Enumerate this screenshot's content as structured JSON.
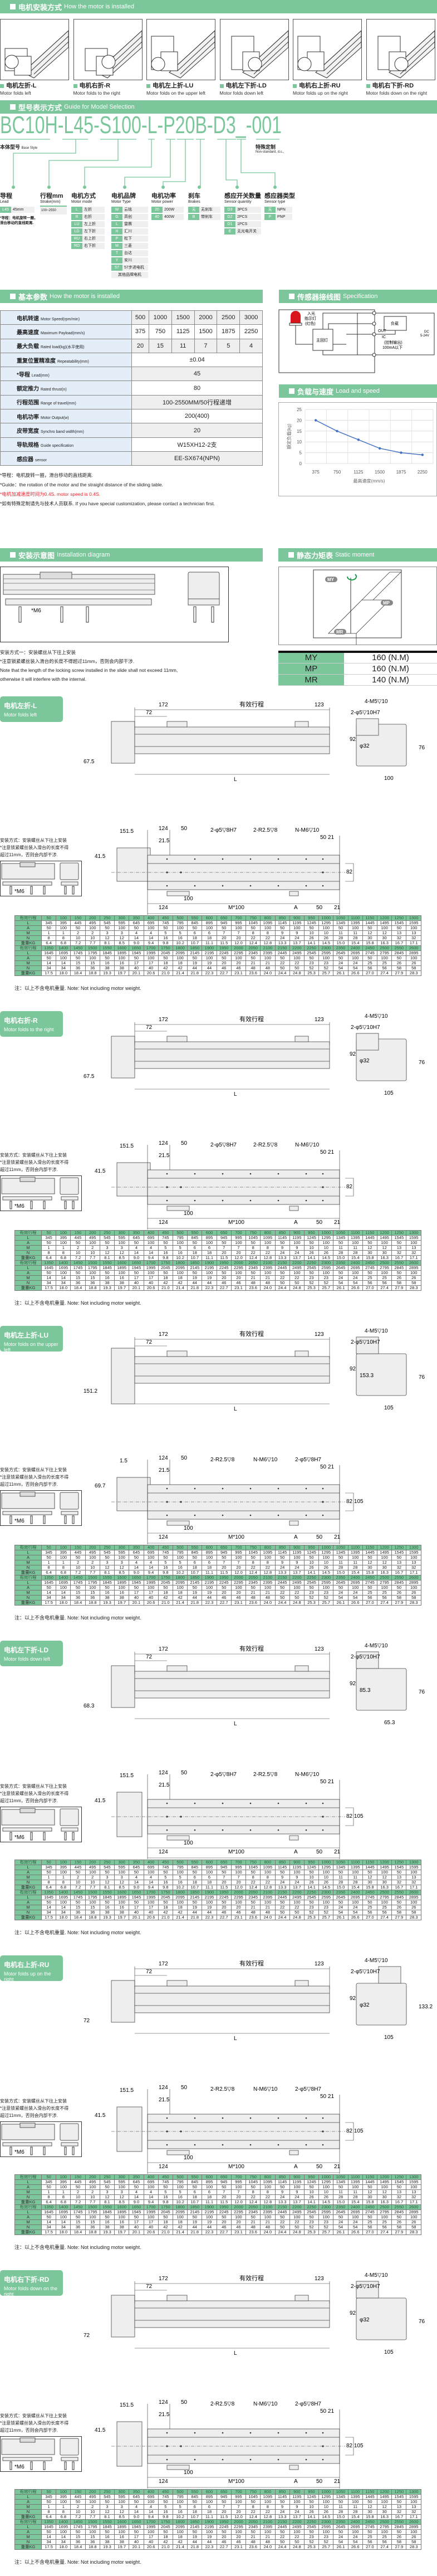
{
  "install_header": {
    "cn": "电机安装方式",
    "en": "How the motor is installed"
  },
  "motor_installs": [
    {
      "cn": "电机左折-L",
      "en": "Motor folds left"
    },
    {
      "cn": "电机右折-R",
      "en": "Motor folds to the right"
    },
    {
      "cn": "电机左上折-LU",
      "en": "Motor folds on the upper left"
    },
    {
      "cn": "电机左下折-LD",
      "en": "Motor folds down left"
    },
    {
      "cn": "电机右上折-RU",
      "en": "Motor folds up on the right"
    },
    {
      "cn": "电机右下折-RD",
      "en": "Motor folds down on the right"
    }
  ],
  "model_header": {
    "cn": "型号表示方式",
    "en": "Guide for Model Selection"
  },
  "model_code": "BC10H-L45-S100-L-P20B-D3_-001",
  "base_style": {
    "cn": "本体型号",
    "en": "Base Style"
  },
  "custom": {
    "cn": "特殊定制",
    "en": "Non-standard, d.c.,"
  },
  "options": {
    "lead": {
      "cn": "导程",
      "en": "Lead",
      "rows": [
        [
          "L45",
          "45mm"
        ]
      ],
      "note": [
        "*导程：电机旋转一圈，",
        "滑台移动的直线距离."
      ]
    },
    "stroke": {
      "cn": "行程mm",
      "en": "Strake(mm)",
      "value": "100~2550"
    },
    "mode": {
      "cn": "电机方式",
      "en": "Motor mode",
      "rows": [
        [
          "L",
          "左折"
        ],
        [
          "R",
          "右折"
        ],
        [
          "LU",
          "左上折"
        ],
        [
          "LD",
          "左下折"
        ],
        [
          "RU",
          "右上折"
        ],
        [
          "RD",
          "右下折"
        ]
      ]
    },
    "brand": {
      "cn": "电机品牌",
      "en": "Motor Type",
      "rows": [
        [
          "W",
          "云铭"
        ],
        [
          "G",
          "高创"
        ],
        [
          "L",
          "雷赛"
        ],
        [
          "H",
          "汇川"
        ],
        [
          "P",
          "松下"
        ],
        [
          "M",
          "三菱"
        ],
        [
          "T",
          "台达"
        ],
        [
          "Y",
          "安川"
        ],
        [
          "57",
          "57步进电机"
        ]
      ],
      "other": "其他品牌电机"
    },
    "power": {
      "cn": "电机功率",
      "en": "Motor power",
      "rows": [
        [
          "20",
          "200W"
        ],
        [
          "40",
          "400W"
        ]
      ]
    },
    "brake": {
      "cn": "刹车",
      "en": "Brakes",
      "rows": [
        [
          "无",
          "无刹车"
        ],
        [
          "B",
          "带刹车"
        ]
      ]
    },
    "sensor_qty": {
      "cn": "感应开关数量",
      "en": "Sensor quantity",
      "rows": [
        [
          "D3",
          "3PCS"
        ],
        [
          "D2",
          "2PCS"
        ],
        [
          "D1",
          "1PCS"
        ],
        [
          "E",
          "无光电开关"
        ]
      ]
    },
    "sensor_type": {
      "cn": "感应器类型",
      "en": "Sensor type",
      "rows": [
        [
          "无",
          "NPN"
        ],
        [
          "P",
          "PNP"
        ]
      ]
    }
  },
  "params_header": {
    "cn": "基本参数",
    "en": "How the motor is installed"
  },
  "params": [
    {
      "cn": "电机转速",
      "en": "Motor Speed(rpm/min)",
      "values": [
        "500",
        "1000",
        "1500",
        "2000",
        "2500",
        "3000"
      ]
    },
    {
      "cn": "最高速度",
      "en": "Maximum Payload(mm/s)",
      "values": [
        "375",
        "750",
        "1125",
        "1500",
        "1875",
        "2250"
      ]
    },
    {
      "cn": "最大负载",
      "en": "Rated load(kg)(水平使用)",
      "values": [
        "20",
        "15",
        "11",
        "7",
        "5",
        "4"
      ]
    },
    {
      "cn": "重复位置精准度",
      "en": "Repeatability(mm)",
      "value": "±0.04"
    },
    {
      "cn": "*导程",
      "en": "Lead(mm)",
      "value": "45"
    },
    {
      "cn": "额定推力",
      "en": "Rated thrust(n)",
      "value": "80"
    },
    {
      "cn": "行程范围",
      "en": "Range of travel(mm)",
      "value": "100-2550MM/50行程递增"
    },
    {
      "cn": "电机功率",
      "en": "Motor Output(w)",
      "value": "200(400)"
    },
    {
      "cn": "皮带宽度",
      "en": "Synchro band width(mm)",
      "value": "20"
    },
    {
      "cn": "导轨规格",
      "en": "Guide specification",
      "value": "W15XH12-2支"
    },
    {
      "cn": "感应器",
      "en": "sensor",
      "value": "EE-SX674(NPN)"
    }
  ],
  "param_notes": {
    "n1": "*导程：电机旋转一圈，滑台移动的直线距离.",
    "n2": "*Guide：the rotation of the motor and the straight distance of the sliding table.",
    "n3": "*电机加减速度时间为0.4S.  motor speed is 0.4S.",
    "n4": "*如有特殊定制请先与技术人员联系.  If you have special customization, please contact a technician first."
  },
  "sensor_header": {
    "cn": "传感器接线图",
    "en": "Specification"
  },
  "sensor_diagram": {
    "lamp": "入光",
    "lamp2": "指示灯",
    "lamp3": "(红色)",
    "main": "主回灯",
    "load": "负载",
    "out": "OUT",
    "ic": "IC",
    "ctrl": "(控制输出)",
    "current": "100mA以下",
    "dc": "DC",
    "volt": "5-24V"
  },
  "load_header": {
    "cn": "负载与速度",
    "en": "Load and speed"
  },
  "chart_data": {
    "type": "line",
    "x": [
      375,
      750,
      1125,
      1500,
      1875,
      2250
    ],
    "series": [
      {
        "name": "额定负载",
        "values": [
          20,
          15,
          11,
          7,
          5,
          4
        ]
      }
    ],
    "xlabel": "最高速度(mm/s)",
    "ylabel": "额定负载(kg)",
    "ylim": [
      0,
      25
    ],
    "yticks": [
      0,
      5,
      10,
      15,
      20,
      25
    ],
    "grid": true,
    "color": "#4472c4"
  },
  "installation_header": {
    "cn": "安装示意图",
    "en": "Installation diagram"
  },
  "installation": {
    "screw": "*M6",
    "l1": "安装方式一：安装螺丝从下往上安装",
    "l2": "*注意锁紧螺丝装入滑台的长度不得超过11mm，否则会内部干涉.",
    "l3": "Note that the length of the locking screw installed in the slide shall not exceed 11mm,",
    "l4": "otherwise it will interfere with the internal."
  },
  "static_header": {
    "cn": "静态力矩表",
    "en": "Static moment"
  },
  "moments": [
    {
      "k": "MY",
      "v": "160 (N.M)"
    },
    {
      "k": "MP",
      "v": "160 (N.M)"
    },
    {
      "k": "MR",
      "v": "140 (N.M)"
    }
  ],
  "mount_note": [
    "安装方式：安装螺丝从下往上安装",
    "*注意锁紧螺丝装入滑台的长度不得",
    "超过11mm，否则会内部干涉."
  ],
  "weight_note": "注：以上不含电机重量. Note: Not including motor weight.",
  "dim_table": {
    "row_labels": [
      "有效行程",
      "L",
      "A",
      "M",
      "N",
      "重量KG"
    ],
    "blocks": [
      {
        "stroke": [
          "50",
          "100",
          "150",
          "200",
          "250",
          "300",
          "350",
          "400",
          "450",
          "500",
          "550",
          "600",
          "650",
          "700",
          "750",
          "800",
          "850",
          "900",
          "950",
          "1000",
          "1050",
          "1100",
          "1150",
          "1200",
          "1250",
          "1300"
        ],
        "L": [
          "345",
          "395",
          "445",
          "495",
          "545",
          "595",
          "645",
          "695",
          "745",
          "795",
          "845",
          "895",
          "945",
          "995",
          "1045",
          "1095",
          "1145",
          "1195",
          "1245",
          "1295",
          "1345",
          "1395",
          "1445",
          "1495",
          "1545",
          "1595"
        ],
        "A": [
          "50",
          "100",
          "50",
          "100",
          "50",
          "100",
          "50",
          "100",
          "50",
          "100",
          "50",
          "100",
          "50",
          "100",
          "50",
          "100",
          "50",
          "100",
          "50",
          "100",
          "50",
          "100",
          "50",
          "100",
          "50",
          "100"
        ],
        "M": [
          "1",
          "1",
          "2",
          "2",
          "3",
          "3",
          "4",
          "4",
          "5",
          "5",
          "6",
          "6",
          "7",
          "7",
          "8",
          "8",
          "9",
          "9",
          "10",
          "10",
          "11",
          "11",
          "12",
          "12",
          "13",
          "13"
        ],
        "N": [
          "8",
          "8",
          "10",
          "10",
          "12",
          "12",
          "14",
          "14",
          "16",
          "16",
          "18",
          "18",
          "20",
          "20",
          "22",
          "22",
          "24",
          "24",
          "26",
          "26",
          "28",
          "28",
          "30",
          "30",
          "32",
          "32"
        ],
        "W": [
          "6.4",
          "6.8",
          "7.2",
          "7.7",
          "8.1",
          "8.5",
          "9.0",
          "9.4",
          "9.8",
          "10.2",
          "10.7",
          "11.1",
          "11.5",
          "12.0",
          "12.4",
          "12.8",
          "13.3",
          "13.7",
          "14.1",
          "14.5",
          "15.0",
          "15.4",
          "15.8",
          "16.3",
          "16.7",
          "17.1"
        ]
      },
      {
        "stroke": [
          "1350",
          "1400",
          "1450",
          "1500",
          "1550",
          "1600",
          "1650",
          "1700",
          "1750",
          "1800",
          "1850",
          "1900",
          "1950",
          "2000",
          "2050",
          "2100",
          "2150",
          "2200",
          "2250",
          "2300",
          "2350",
          "2400",
          "2450",
          "2500",
          "2550",
          "2600"
        ],
        "L": [
          "1645",
          "1695",
          "1745",
          "1795",
          "1845",
          "1895",
          "1945",
          "1995",
          "2045",
          "2095",
          "2145",
          "2195",
          "2245",
          "2295",
          "2345",
          "2395",
          "2445",
          "2495",
          "2545",
          "2595",
          "2645",
          "2695",
          "2745",
          "2795",
          "2845",
          "2895"
        ],
        "A": [
          "50",
          "100",
          "50",
          "100",
          "50",
          "100",
          "50",
          "100",
          "50",
          "100",
          "50",
          "100",
          "50",
          "100",
          "50",
          "100",
          "50",
          "100",
          "50",
          "100",
          "50",
          "100",
          "50",
          "100",
          "50",
          "100"
        ],
        "M": [
          "14",
          "14",
          "15",
          "15",
          "16",
          "16",
          "17",
          "17",
          "18",
          "18",
          "19",
          "19",
          "20",
          "20",
          "21",
          "21",
          "22",
          "22",
          "23",
          "23",
          "24",
          "24",
          "25",
          "25",
          "26",
          "26"
        ],
        "N": [
          "34",
          "34",
          "36",
          "36",
          "38",
          "38",
          "40",
          "40",
          "42",
          "42",
          "44",
          "44",
          "46",
          "46",
          "48",
          "48",
          "50",
          "50",
          "52",
          "52",
          "54",
          "54",
          "56",
          "56",
          "58",
          "58"
        ],
        "W": [
          "17.5",
          "18.0",
          "18.4",
          "18.8",
          "19.3",
          "19.7",
          "20.1",
          "20.6",
          "21.0",
          "21.4",
          "21.8",
          "22.3",
          "22.7",
          "23.1",
          "23.6",
          "24.0",
          "24.4",
          "24.8",
          "25.3",
          "25.7",
          "26.1",
          "26.6",
          "27.0",
          "27.4",
          "27.9",
          "28.3"
        ]
      }
    ]
  },
  "sections": [
    {
      "cn": "电机左折-L",
      "en": "Motor folds left",
      "dims": [
        "172",
        "有效行程",
        "123",
        "72",
        "L",
        "67.5",
        "4-M5▽10",
        "2-φ5▽10H7",
        "92",
        "φ32",
        "100",
        "76",
        "151.5",
        "41.5",
        "21.5",
        "124",
        "50",
        "2-φ5▽8H7",
        "2-R2.5▽8",
        "N-M6▽10",
        "50 21",
        "82",
        "124",
        "100",
        "M*100",
        "A",
        "50",
        "21"
      ]
    },
    {
      "cn": "电机右折-R",
      "en": "Motor folds to the right",
      "dims": [
        "172",
        "有效行程",
        "123",
        "72",
        "L",
        "67.5",
        "4-M5▽10",
        "2-φ5▽10H7",
        "92",
        "φ32",
        "105",
        "76",
        "151.5",
        "41.5",
        "21.5",
        "124",
        "50",
        "2-φ5▽8H7",
        "2-R2.5▽8",
        "N-M6▽10",
        "50 21",
        "82",
        "124",
        "100",
        "M*100",
        "A",
        "50",
        "21"
      ]
    },
    {
      "cn": "电机左上折-LU",
      "en": "Motor folds on the upper left",
      "dims": [
        "172",
        "有效行程",
        "123",
        "72",
        "L",
        "151.2",
        "4-M5▽10",
        "2-φ5▽10H7",
        "92",
        "153.3",
        "105",
        "76",
        "1.5",
        "69.7",
        "21.5",
        "124",
        "50",
        "2-R2.5▽8",
        "N-M6▽10",
        "2-φ5▽8H7",
        "50 21",
        "82 105",
        "124",
        "100",
        "M*100",
        "A",
        "50",
        "21"
      ]
    },
    {
      "cn": "电机左下折-LD",
      "en": "Motor folds down left",
      "dims": [
        "172",
        "有效行程",
        "123",
        "72",
        "L",
        "68.3",
        "4-M5▽10",
        "2-φ5▽10H7",
        "92",
        "85.3",
        "65.3",
        "76",
        "151.5",
        "41.5",
        "21.5",
        "124",
        "50",
        "2-φ5▽8H7",
        "2-R2.5▽8",
        "N-M6▽10",
        "50 21",
        "82 105",
        "124",
        "100",
        "M*100",
        "A",
        "50",
        "21"
      ]
    },
    {
      "cn": "电机右上折-RU",
      "en": "Motor folds up on the right",
      "dims": [
        "172",
        "有效行程",
        "123",
        "72",
        "L",
        "72",
        "4-M5▽10",
        "2-φ5▽10H7",
        "92",
        "φ32",
        "105",
        "133.2",
        "151.5",
        "41.5",
        "21.5",
        "124",
        "50",
        "2-R2.5▽8",
        "N-M6▽10",
        "2-φ5▽8H7",
        "50 21",
        "82 105",
        "124",
        "100",
        "M*100",
        "A",
        "50",
        "21"
      ]
    },
    {
      "cn": "电机右下折-RD",
      "en": "Motor folds down on the right",
      "dims": [
        "172",
        "有效行程",
        "123",
        "72",
        "L",
        "72",
        "4-M5▽10",
        "2-φ5▽10H7",
        "92",
        "φ32",
        "105",
        "76",
        "151.5",
        "41.5",
        "21.5",
        "124",
        "50",
        "2-R2.5▽8",
        "N-M6▽10",
        "2-φ5▽8H7",
        "50 21",
        "82 105",
        "124",
        "100",
        "M*100",
        "A",
        "50",
        "21"
      ]
    }
  ]
}
